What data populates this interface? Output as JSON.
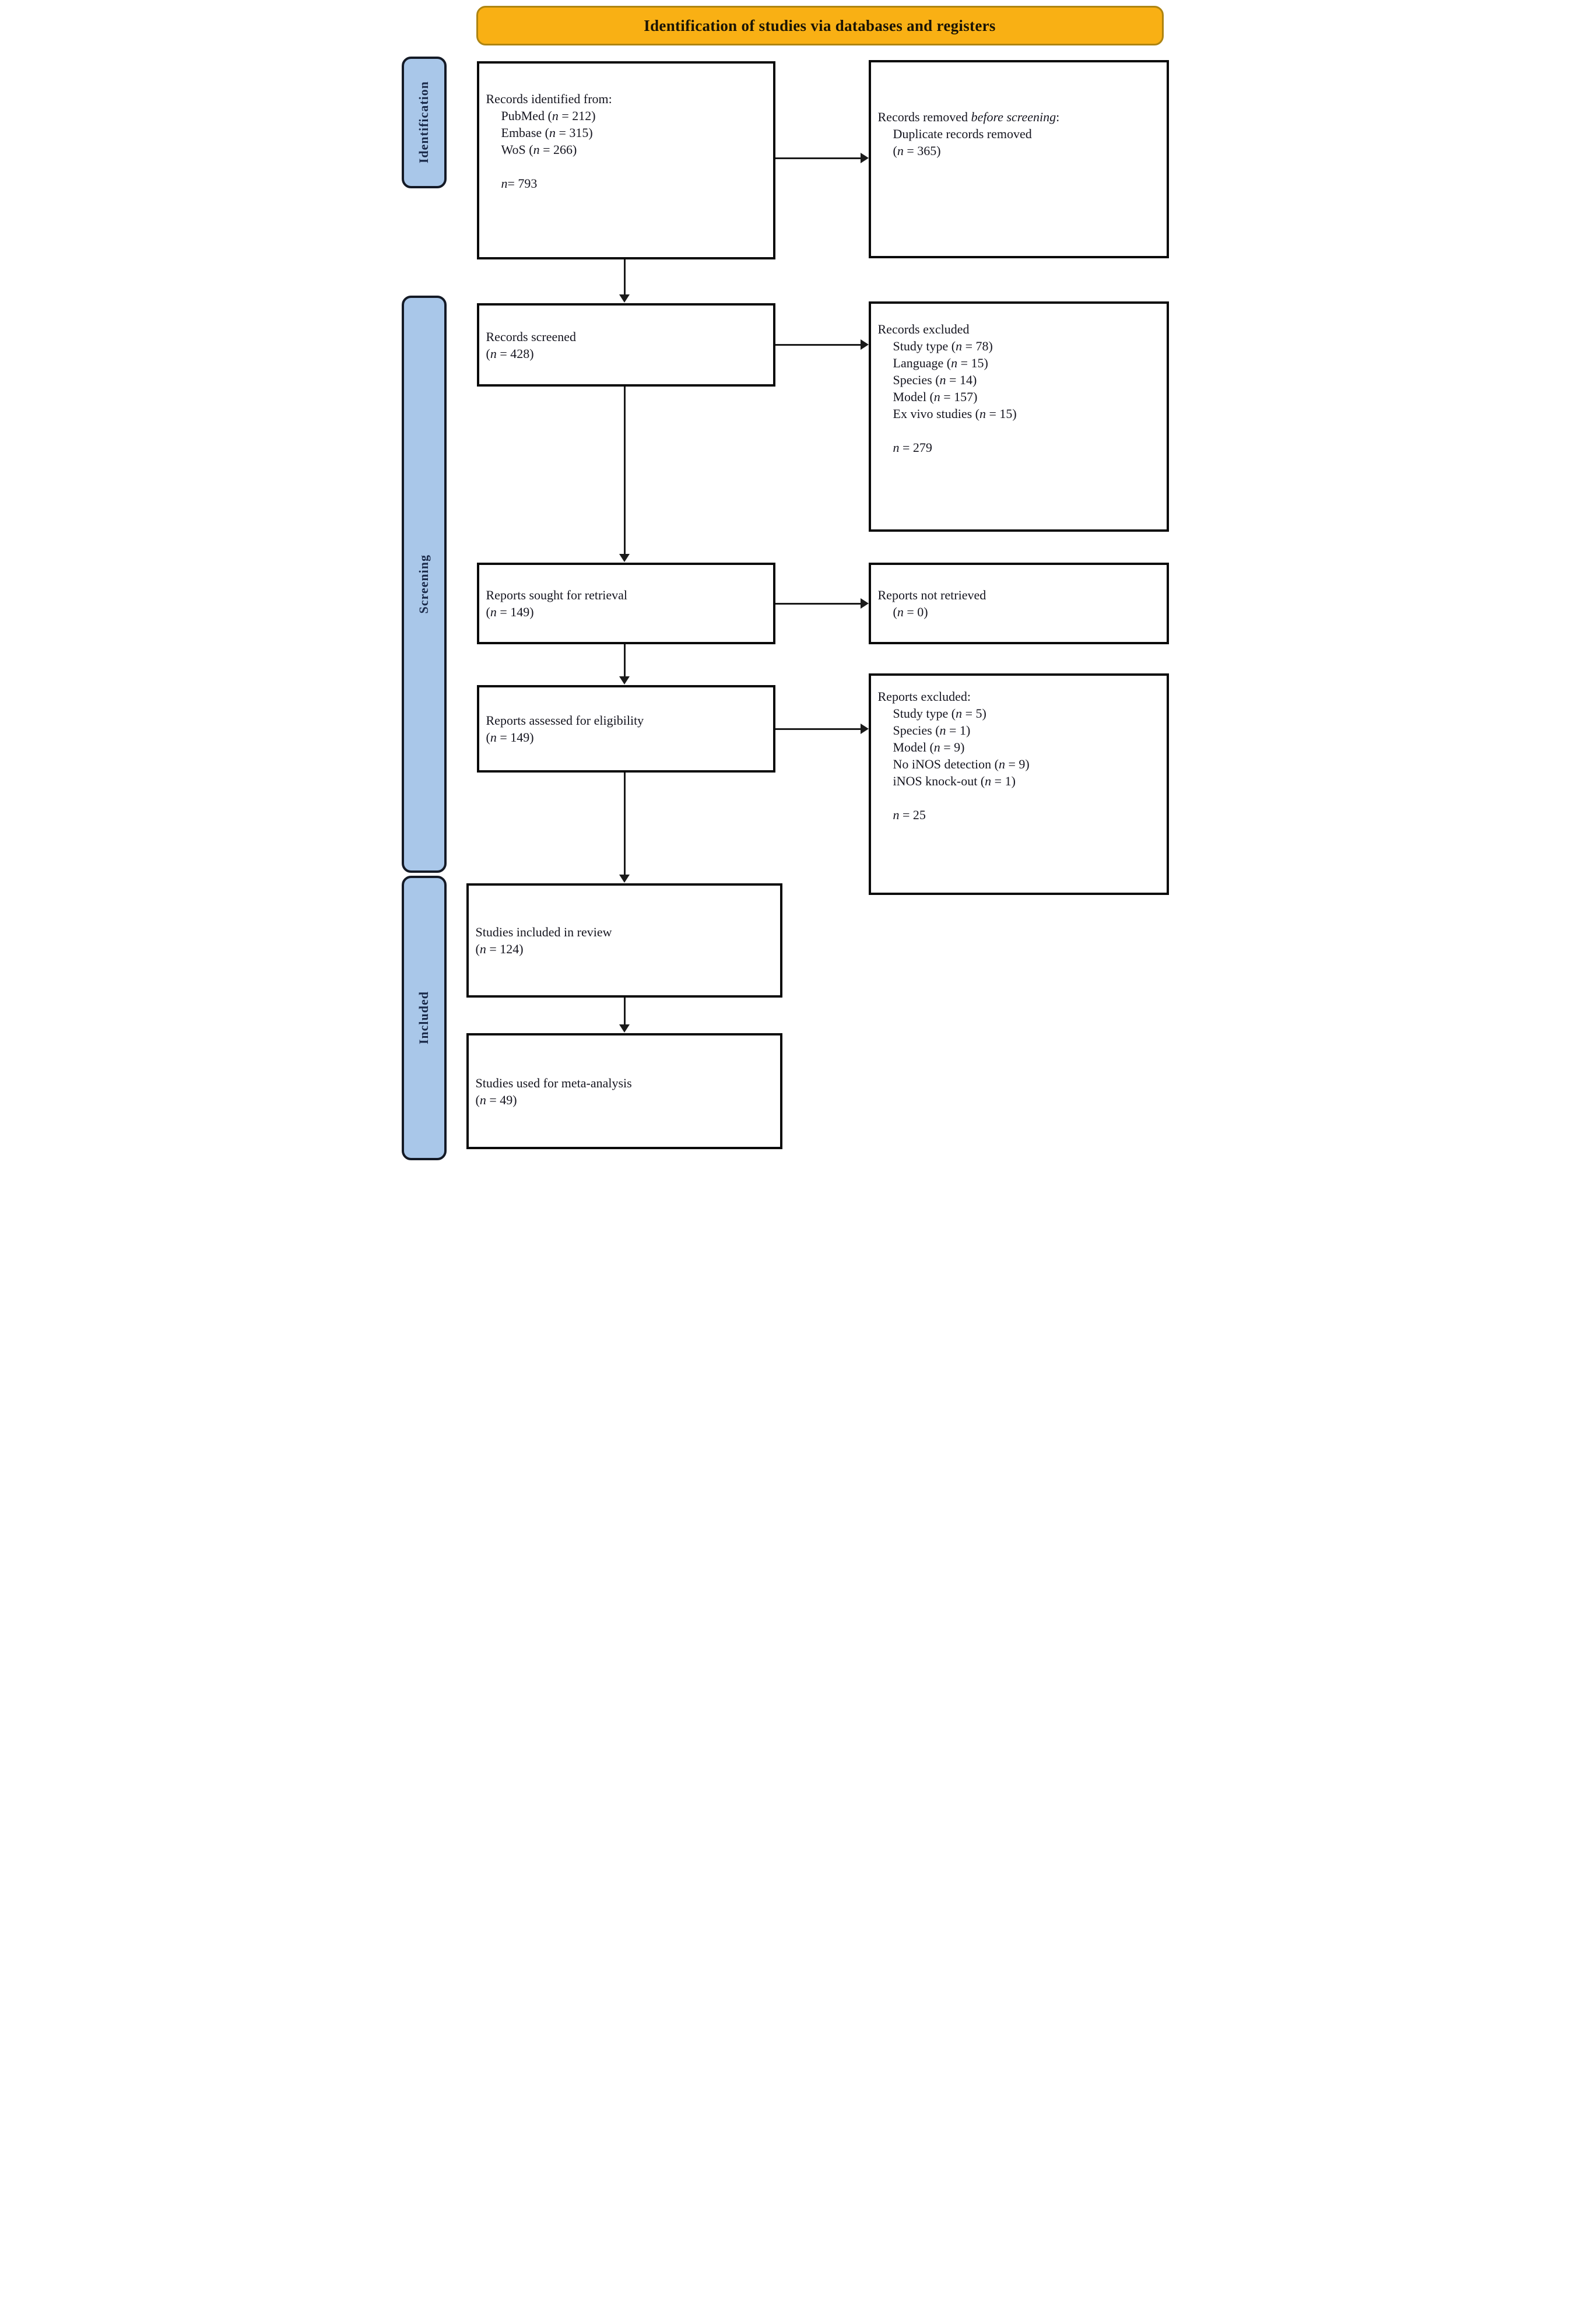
{
  "title_banner": {
    "label": "Identification of studies via databases and registers"
  },
  "stages": [
    {
      "label": "Identification"
    },
    {
      "label": "Screening"
    },
    {
      "label": "Included"
    }
  ],
  "boxes": [
    {
      "id": "records-identified",
      "lines": [
        {
          "text": "Records identified from:"
        },
        {
          "text": "PubMed (n = 212)",
          "indent": 1
        },
        {
          "text": "Embase (n = 315)",
          "indent": 1
        },
        {
          "text": "WoS (n = 266)",
          "indent": 1
        },
        {
          "text": "",
          "indent": 1
        },
        {
          "text": "n= 793",
          "indent": 1
        }
      ]
    },
    {
      "id": "records-removed-before-screening",
      "lines": [
        {
          "text": "Records removed before screening:",
          "em": [
            "before screening"
          ]
        },
        {
          "text": "Duplicate records removed",
          "indent": 1
        },
        {
          "text": "(n = 365)",
          "indent": 1
        }
      ]
    },
    {
      "id": "records-screened",
      "lines": [
        {
          "text": "Records screened"
        },
        {
          "text": "(n = 428)"
        }
      ]
    },
    {
      "id": "records-excluded",
      "lines": [
        {
          "text": "Records excluded"
        },
        {
          "text": "Study type (n = 78)",
          "indent": 1
        },
        {
          "text": "Language (n = 15)",
          "indent": 1
        },
        {
          "text": "Species (n = 14)",
          "indent": 1
        },
        {
          "text": "Model (n = 157)",
          "indent": 1
        },
        {
          "text": "Ex vivo studies (n = 15)",
          "indent": 1
        },
        {
          "text": "",
          "indent": 1
        },
        {
          "text": "n = 279",
          "indent": 1
        }
      ]
    },
    {
      "id": "reports-sought-for-retrieval",
      "lines": [
        {
          "text": "Reports sought for retrieval"
        },
        {
          "text": "(n = 149)"
        }
      ]
    },
    {
      "id": "reports-not-retrieved",
      "lines": [
        {
          "text": "Reports not retrieved"
        },
        {
          "text": "(n = 0)",
          "indent": 1
        }
      ]
    },
    {
      "id": "reports-assessed-for-eligibility",
      "lines": [
        {
          "text": "Reports assessed for eligibility"
        },
        {
          "text": "(n = 149)"
        }
      ]
    },
    {
      "id": "reports-excluded",
      "lines": [
        {
          "text": "Reports excluded:"
        },
        {
          "text": "Study type (n = 5)",
          "indent": 1
        },
        {
          "text": "Species (n = 1)",
          "indent": 1
        },
        {
          "text": "Model (n = 9)",
          "indent": 1
        },
        {
          "text": "No iNOS detection (n = 9)",
          "indent": 1
        },
        {
          "text": "iNOS knock-out (n = 1)",
          "indent": 1
        },
        {
          "text": "",
          "indent": 1
        },
        {
          "text": "n = 25",
          "indent": 1
        }
      ]
    },
    {
      "id": "studies-included-in-review",
      "lines": [
        {
          "text": "Studies included in review"
        },
        {
          "text": "(n = 124)"
        }
      ]
    },
    {
      "id": "studies-used-for-meta-analysis",
      "lines": [
        {
          "text": "Studies used for meta-analysis"
        },
        {
          "text": "(n = 49)"
        }
      ]
    }
  ],
  "colors": {
    "banner_bg": "#F9B014",
    "banner_border": "#AE8410",
    "stage_bg": "#A9C7E9",
    "stage_border": "#141A26",
    "stage_text": "#1A2A4A",
    "box_border": "#0A0A0A",
    "text": "#15151F",
    "arrow": "#1A1A1A"
  }
}
